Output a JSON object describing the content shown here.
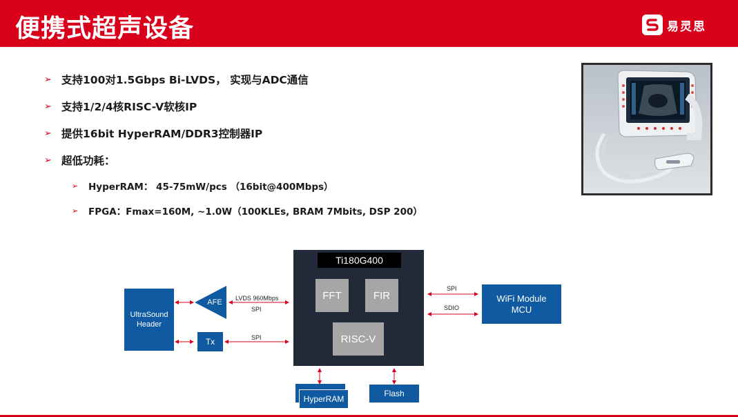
{
  "header": {
    "title": "便携式超声设备",
    "logo_text": "易灵思"
  },
  "bullets": [
    "支持100对1.5Gbps Bi-LVDS， 实现与ADC通信",
    "支持1/2/4核RISC-V软核IP",
    "提供16bit HyperRAM/DDR3控制器IP",
    "超低功耗："
  ],
  "sub_bullets": [
    "HyperRAM： 45-75mW/pcs （16bit@400Mbps）",
    "FPGA：Fmax=160M, ~1.0W（100KLEs, BRAM 7Mbits, DSP 200）"
  ],
  "diagram": {
    "fpga_title": "Ti180G400",
    "fft": "FFT",
    "fir": "FIR",
    "riscv": "RISC-V",
    "ultrasound_header": "UltraSound\nHeader",
    "afe": "AFE",
    "tx": "Tx",
    "wifi": "WiFi Module\nMCU",
    "hyperram": "HyperRAM",
    "flash": "Flash",
    "lvds_label": "LVDS 960Mbps",
    "spi_afe": "SPI",
    "spi_tx": "SPI",
    "spi_wifi": "SPI",
    "sdio_wifi": "SDIO"
  },
  "colors": {
    "brand_red": "#d9001b",
    "block_blue": "#0f5aa0",
    "fpga_dark": "#222a3a",
    "block_grey": "#a6a6a6",
    "arrow_red": "#d9001b"
  },
  "icons": {
    "bullet": "arrow-right-icon",
    "logo": "logo-s-icon"
  }
}
